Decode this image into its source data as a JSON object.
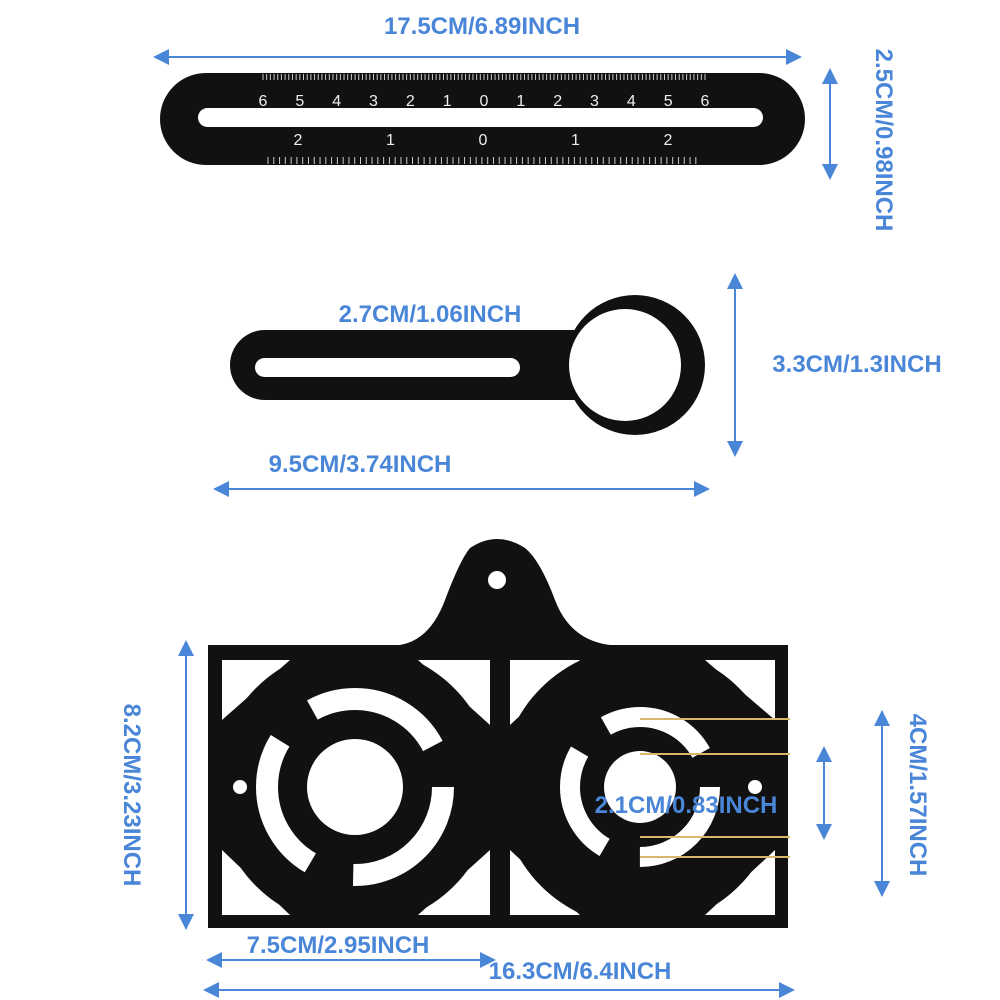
{
  "colors": {
    "dimension": "#4a86d8",
    "part": "#111111",
    "guide": "#d9b86a"
  },
  "ruler": {
    "top_scale": [
      "6",
      "5",
      "4",
      "3",
      "2",
      "1",
      "0",
      "1",
      "2",
      "3",
      "4",
      "5",
      "6"
    ],
    "bottom_scale": [
      "2",
      "1",
      "0",
      "1",
      "2"
    ]
  },
  "dimensions": {
    "ruler_length": "17.5CM/6.89INCH",
    "ruler_width": "2.5CM/0.98INCH",
    "ring_inner": "2.7CM/1.06INCH",
    "wrench_height": "3.3CM/1.3INCH",
    "wrench_length": "9.5CM/3.74INCH",
    "plate_height": "8.2CM/3.23INCH",
    "plate_hole_outer": "4CM/1.57INCH",
    "plate_hole_inner": "2.1CM/0.83INCH",
    "plate_half_width": "7.5CM/2.95INCH",
    "plate_width": "16.3CM/6.4INCH"
  }
}
